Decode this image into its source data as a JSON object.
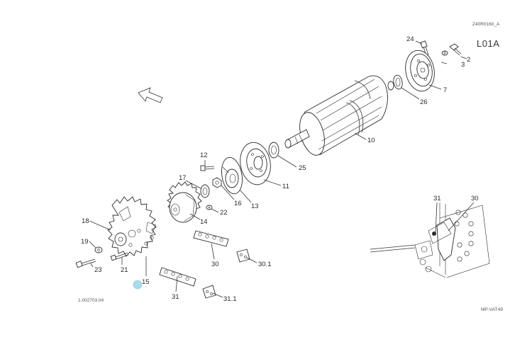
{
  "header": {
    "diagram_code": "Z40R0160_A",
    "group_code": "L01A"
  },
  "footer": {
    "left_code": "1.002703.04",
    "right_code": "MP-VAT49"
  },
  "callouts": {
    "p2": "2",
    "p3": "3",
    "p7": "7",
    "p10": "10",
    "p11": "11",
    "p12": "12",
    "p13": "13",
    "p14": "14",
    "p15": "15",
    "p16": "16",
    "p17": "17",
    "p18": "18",
    "p19": "19",
    "p21": "21",
    "p22": "22",
    "p23": "23",
    "p24": "24",
    "p25": "25",
    "p26": "26",
    "p30": "30",
    "p30_1": "30.1",
    "p31": "31",
    "p31_1": "31.1"
  },
  "inset": {
    "label_31": "31",
    "label_30": "30"
  },
  "colors": {
    "line": "#2b2b2b",
    "hotspot": "#a9dbea"
  },
  "icons": {
    "direction": "arrow-icon",
    "selection": "hotspot-marker"
  }
}
